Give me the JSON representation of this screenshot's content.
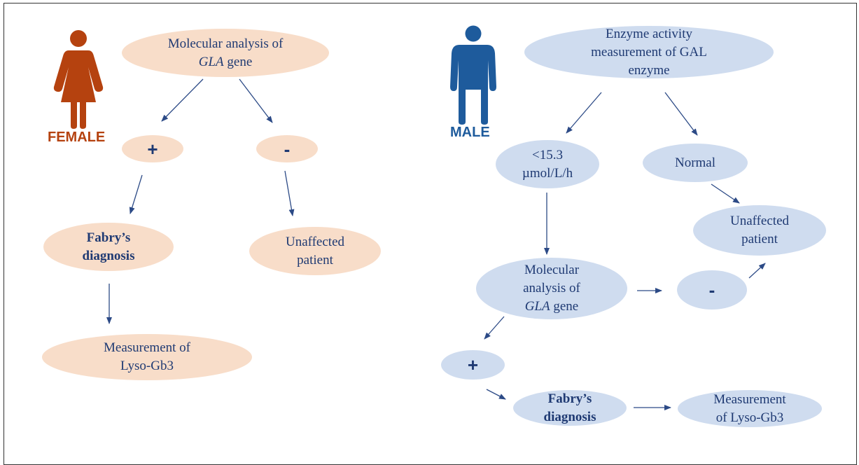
{
  "colors": {
    "female": "#b5420f",
    "male": "#1e5b9c",
    "text": "#1f3a73",
    "female_node": "#f8ddc9",
    "male_node": "#cfdcef",
    "arrow": "#2c4a86"
  },
  "female": {
    "label": "FEMALE",
    "icon": "female-person-icon",
    "nodes": {
      "molecular_a": "Molecular analysis of",
      "molecular_gene_italic": "GLA",
      "molecular_gene_rest": " gene",
      "plus": "+",
      "minus": "-",
      "diagnosis": "Fabry’s\ndiagnosis",
      "unaffected": "Unaffected\npatient",
      "measurement": "Measurement of\nLyso-Gb3"
    }
  },
  "male": {
    "label": "MALE",
    "icon": "male-person-icon",
    "nodes": {
      "enzyme": "Enzyme activity\nmeasurement of GAL\nenzyme",
      "low": "<15.3\nµmol/L/h",
      "normal": "Normal",
      "unaffected": "Unaffected\npatient",
      "molecular_a": "Molecular\nanalysis of",
      "molecular_gene_italic": "GLA",
      "molecular_gene_rest": " gene",
      "minus": "-",
      "plus": "+",
      "diagnosis": "Fabry’s\ndiagnosis",
      "measurement": "Measurement\nof Lyso-Gb3"
    }
  }
}
